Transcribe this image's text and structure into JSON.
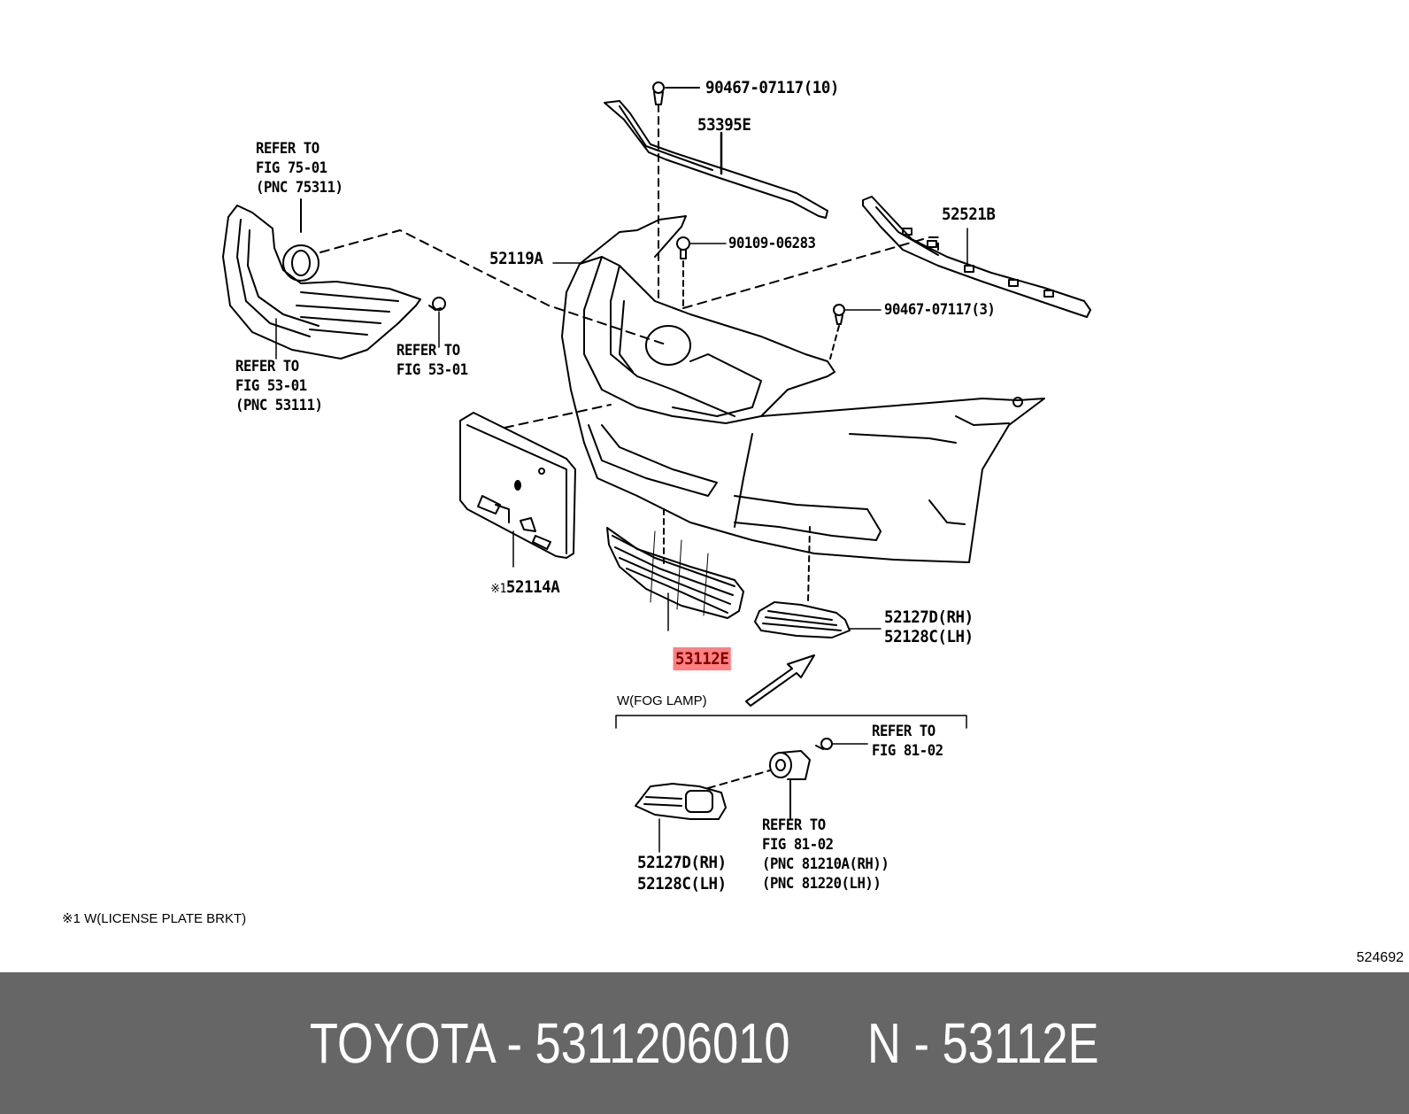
{
  "diagram": {
    "labels": {
      "clip_top": "90467-07117(10)",
      "retainer_top": "53395E",
      "emblem_ref": [
        "REFER TO",
        "FIG 75-01",
        "(PNC 75311)"
      ],
      "bracket_right": "52521B",
      "bumper_cover": "52119A",
      "screw": "90109-06283",
      "clip_right": "90467-07117(3)",
      "grille_ref": [
        "REFER TO",
        "FIG 53-01",
        "(PNC 53111)"
      ],
      "grille_clip_ref": [
        "REFER TO",
        "FIG 53-01"
      ],
      "license_bracket_mark": "※1",
      "license_bracket": "52114A",
      "lower_grille": "53112E",
      "fog_cover_rh": "52127D(RH)",
      "fog_cover_lh": "52128C(LH)",
      "fog_lamp_group": "W(FOG LAMP)",
      "fog_clip_ref": [
        "REFER TO",
        "FIG 81-02"
      ],
      "fog_lamp_ref": [
        "REFER TO",
        "FIG 81-02",
        "(PNC 81210A(RH))",
        "(PNC 81220(LH))"
      ],
      "fog_variant_rh": "52127D(RH)",
      "fog_variant_lh": "52128C(LH)",
      "footnote": "※1 W(LICENSE PLATE BRKT)",
      "illustration_id": "524692"
    },
    "highlight_color": "#ff8080",
    "highlight_text_color": "#7a0000"
  },
  "footer": {
    "brand": "TOYOTA",
    "part_number": "5311206010",
    "pnc_prefix": "N",
    "pnc": "53112E",
    "separator": " - ",
    "background": "#666666"
  }
}
